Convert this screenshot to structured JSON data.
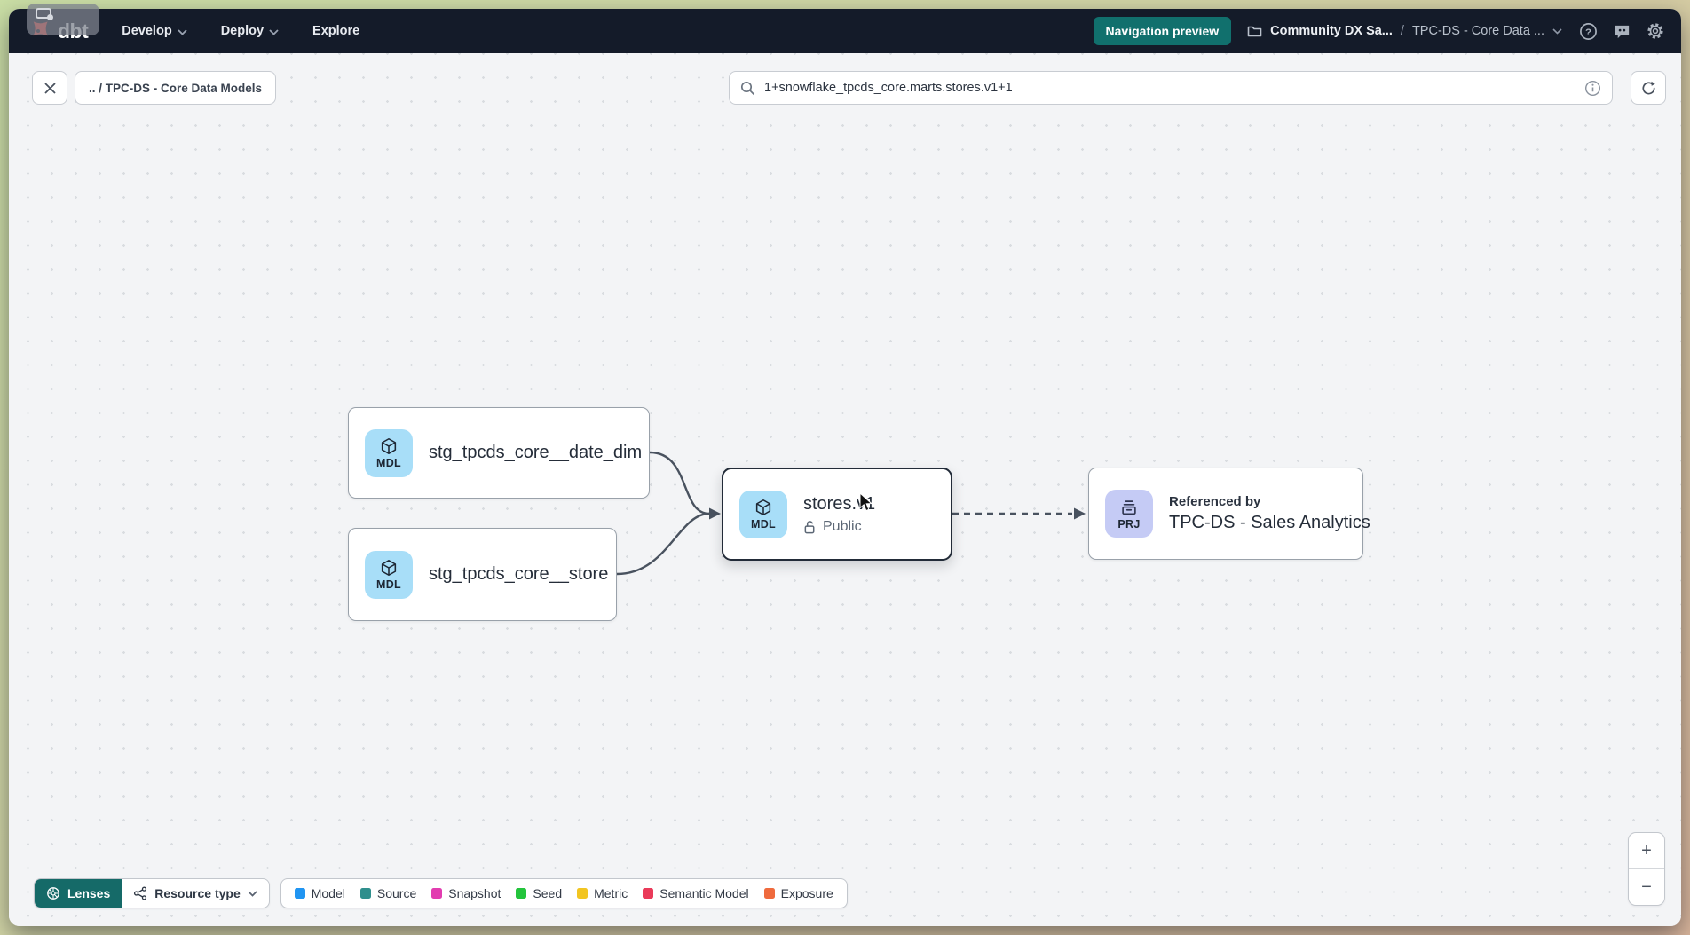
{
  "navbar": {
    "logo_text": "dbt",
    "menu": [
      {
        "label": "Develop"
      },
      {
        "label": "Deploy"
      },
      {
        "label": "Explore"
      }
    ],
    "preview_badge": "Navigation preview",
    "account": "Community DX Sa...",
    "breadcrumb_separator": "/",
    "project": "TPC-DS - Core Data ..."
  },
  "toolbar": {
    "context_chip": ".. / TPC-DS - Core Data Models",
    "search_value": "1+snowflake_tpcds_core.marts.stores.v1+1"
  },
  "graph": {
    "nodes": [
      {
        "badge": "MDL",
        "label": "stg_tpcds_core__date_dim"
      },
      {
        "badge": "MDL",
        "label": "stg_tpcds_core__store"
      },
      {
        "badge": "MDL",
        "label": "stores.v1",
        "visibility": "Public"
      },
      {
        "badge": "PRJ",
        "overline": "Referenced by",
        "label": "TPC-DS - Sales Analytics"
      }
    ]
  },
  "legend": {
    "items": [
      {
        "label": "Model",
        "color": "#2095f2"
      },
      {
        "label": "Source",
        "color": "#2f8f8d"
      },
      {
        "label": "Snapshot",
        "color": "#e23cb0"
      },
      {
        "label": "Seed",
        "color": "#23c43c"
      },
      {
        "label": "Metric",
        "color": "#f2c521"
      },
      {
        "label": "Semantic Model",
        "color": "#ea3a59"
      },
      {
        "label": "Exposure",
        "color": "#ef6a3d"
      }
    ]
  },
  "controls": {
    "lenses_label": "Lenses",
    "resource_type_label": "Resource type",
    "zoom_in": "+",
    "zoom_out": "−"
  },
  "colors": {
    "accent_teal": "#11706d",
    "brand_orange": "#ff4a3f",
    "navbar_bg": "#141b29"
  }
}
